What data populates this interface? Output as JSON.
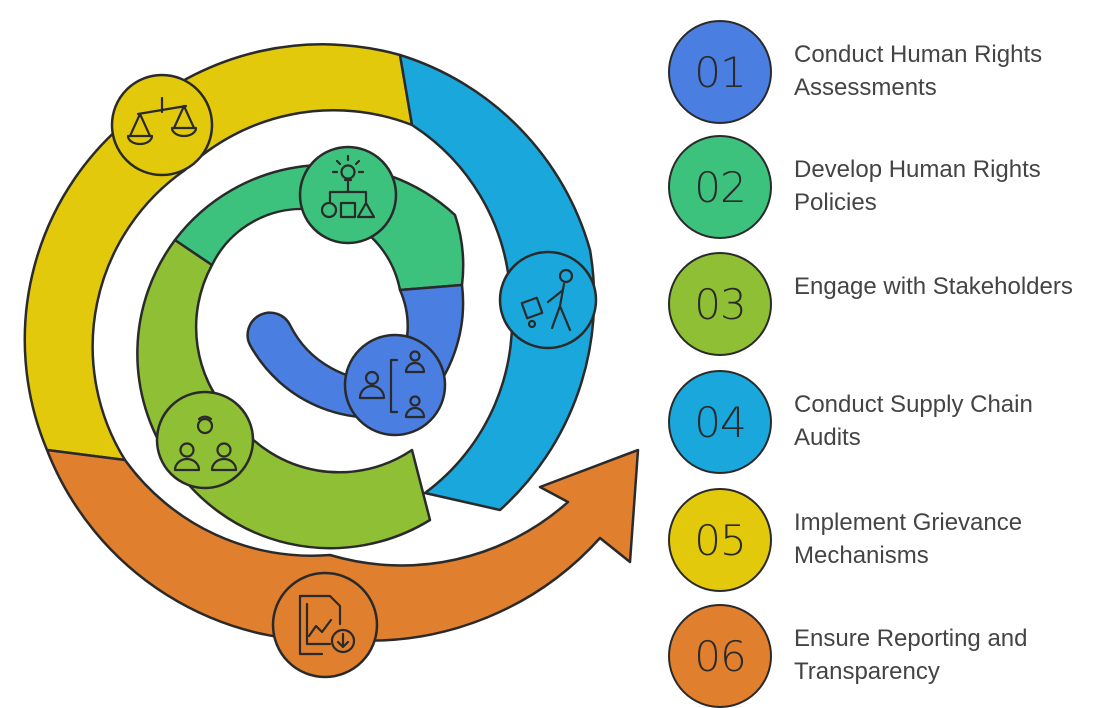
{
  "colors": {
    "step1": "#4a7ee0",
    "step2": "#3cc27d",
    "step3": "#8fbf34",
    "step4": "#1aa7dc",
    "step5": "#e3c90c",
    "step6": "#e07f2e",
    "outline": "#2a2a2a"
  },
  "diagram": {
    "segment_icons": [
      "people-hierarchy-icon",
      "lightbulb-flowchart-icon",
      "handshake-people-icon",
      "person-pushing-cart-icon",
      "balance-scale-icon",
      "report-chart-download-icon"
    ]
  },
  "steps": [
    {
      "number": "01",
      "label": "Conduct Human Rights Assessments"
    },
    {
      "number": "02",
      "label": "Develop Human Rights Policies"
    },
    {
      "number": "03",
      "label": "Engage with Stakeholders"
    },
    {
      "number": "04",
      "label": "Conduct Supply Chain Audits"
    },
    {
      "number": "05",
      "label": "Implement Grievance Mechanisms"
    },
    {
      "number": "06",
      "label": "Ensure Reporting and Transparency"
    }
  ]
}
